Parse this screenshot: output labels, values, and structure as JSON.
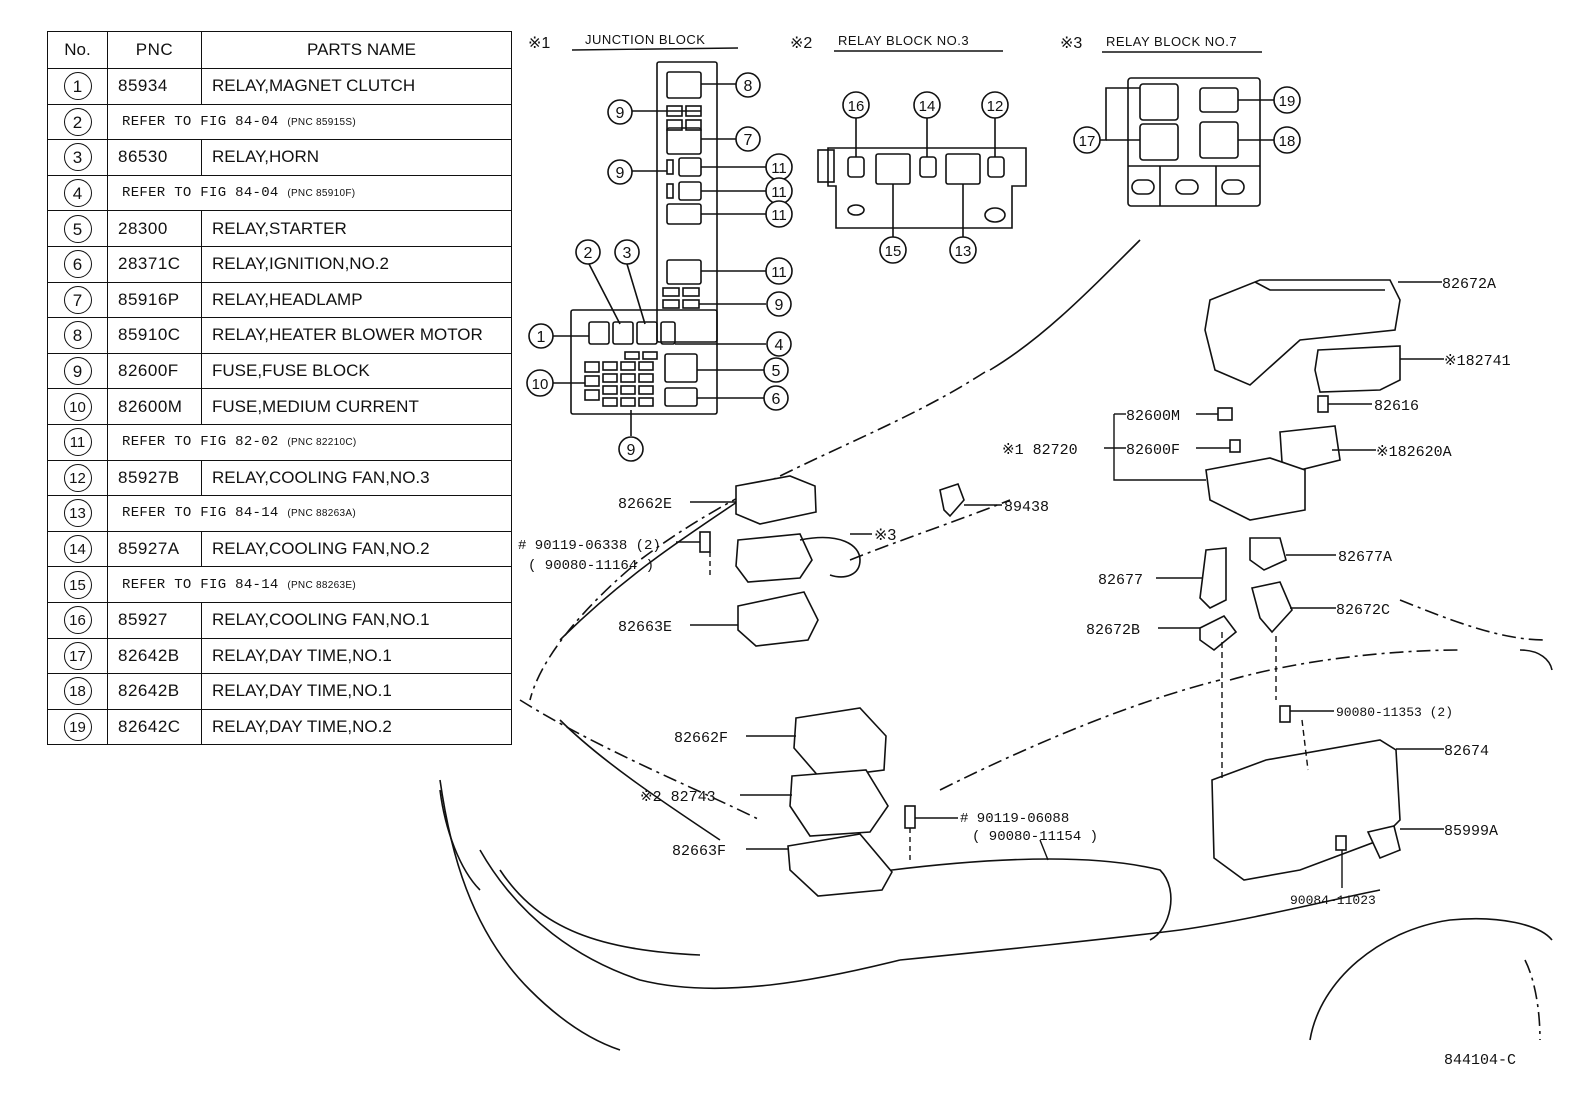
{
  "table": {
    "headers": [
      "No.",
      "PNC",
      "PARTS NAME"
    ],
    "rows": [
      {
        "no": "1",
        "pnc": "85934",
        "name": "RELAY,MAGNET CLUTCH"
      },
      {
        "no": "2",
        "ref": "REFER TO FIG 84-04",
        "ref_small": "(PNC 85915S)"
      },
      {
        "no": "3",
        "pnc": "86530",
        "name": "RELAY,HORN"
      },
      {
        "no": "4",
        "ref": "REFER TO FIG 84-04",
        "ref_small": "(PNC 85910F)"
      },
      {
        "no": "5",
        "pnc": "28300",
        "name": "RELAY,STARTER"
      },
      {
        "no": "6",
        "pnc": "28371C",
        "name": "RELAY,IGNITION,NO.2"
      },
      {
        "no": "7",
        "pnc": "85916P",
        "name": "RELAY,HEADLAMP"
      },
      {
        "no": "8",
        "pnc": "85910C",
        "name": "RELAY,HEATER BLOWER MOTOR"
      },
      {
        "no": "9",
        "pnc": "82600F",
        "name": "FUSE,FUSE BLOCK"
      },
      {
        "no": "10",
        "pnc": "82600M",
        "name": "FUSE,MEDIUM CURRENT"
      },
      {
        "no": "11",
        "ref": "REFER TO FIG 82-02",
        "ref_small": "(PNC 82210C)"
      },
      {
        "no": "12",
        "pnc": "85927B",
        "name": "RELAY,COOLING FAN,NO.3"
      },
      {
        "no": "13",
        "ref": "REFER TO FIG 84-14",
        "ref_small": "(PNC 88263A)"
      },
      {
        "no": "14",
        "pnc": "85927A",
        "name": "RELAY,COOLING FAN,NO.2"
      },
      {
        "no": "15",
        "ref": "REFER TO FIG 84-14",
        "ref_small": "(PNC 88263E)"
      },
      {
        "no": "16",
        "pnc": "85927",
        "name": "RELAY,COOLING FAN,NO.1"
      },
      {
        "no": "17",
        "pnc": "82642B",
        "name": "RELAY,DAY TIME,NO.1"
      },
      {
        "no": "18",
        "pnc": "82642B",
        "name": "RELAY,DAY TIME,NO.1"
      },
      {
        "no": "19",
        "pnc": "82642C",
        "name": "RELAY,DAY TIME,NO.2"
      }
    ]
  },
  "insets": {
    "junction": {
      "mark": "※1",
      "title": "JUNCTION BLOCK"
    },
    "relay3": {
      "mark": "※2",
      "title": "RELAY BLOCK NO.3"
    },
    "relay7": {
      "mark": "※3",
      "title": "RELAY BLOCK NO.7"
    }
  },
  "callouts": {
    "c82672A": "82672A",
    "c82741": "※182741",
    "c82600M": "82600M",
    "c82616": "82616",
    "c82720": "※1 82720",
    "c82600F": "82600F",
    "c82620A": "※182620A",
    "c82662E": "82662E",
    "c89438": "89438",
    "c90119a": "# 90119-06338 (2)",
    "c90080a": "( 90080-11164 )",
    "cref3": "※3",
    "c82663E": "82663E",
    "c82677": "82677",
    "c82677A": "82677A",
    "c82672B": "82672B",
    "c82672C": "82672C",
    "c90080b": "90080-11353 (2)",
    "c82662F": "82662F",
    "c82743": "※2 82743",
    "c82674": "82674",
    "c90119b": "# 90119-06088",
    "c90080c": "( 90080-11154 )",
    "c82663F": "82663F",
    "c85999A": "85999A",
    "c90084": "90084-11023",
    "figno": "844104-C"
  }
}
